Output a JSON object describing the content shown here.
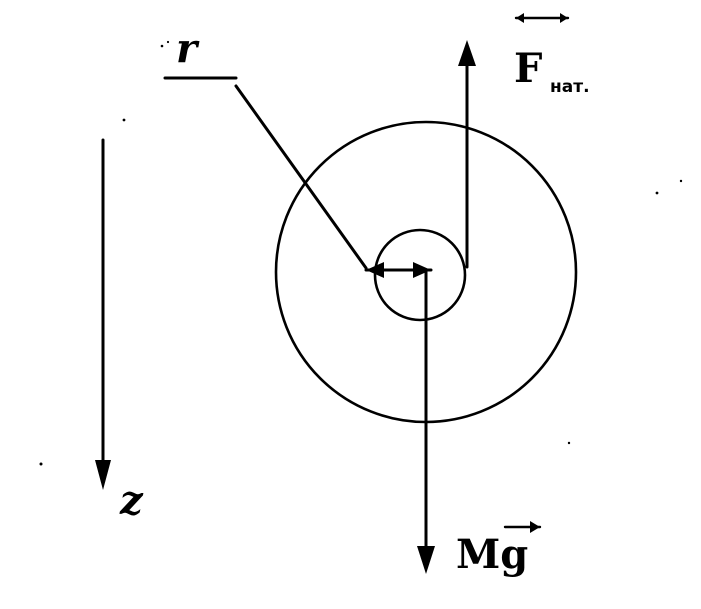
{
  "labels": {
    "radius": "r",
    "force_main": "F",
    "force_sub": "нат.",
    "weight": "Mg",
    "axis": "z"
  },
  "colors": {
    "ink": "#000000",
    "background": "#ffffff"
  }
}
